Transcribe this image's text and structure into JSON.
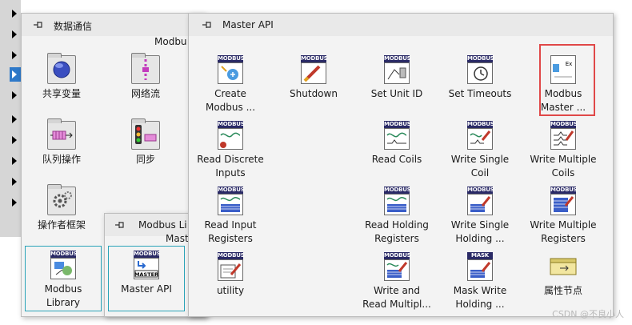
{
  "left_palette": {
    "title": "数据通信",
    "subtitle": "Modbu",
    "items": [
      {
        "label": "共享变量",
        "icon": "shared-variable-icon"
      },
      {
        "label": "网络流",
        "icon": "network-stream-icon"
      },
      {
        "label": "队列操作",
        "icon": "queue-operations-icon"
      },
      {
        "label": "同步",
        "icon": "synchronization-icon"
      },
      {
        "label": "操作者框架",
        "icon": "actor-framework-icon"
      },
      {
        "label": "Modbus",
        "label2": "Library",
        "icon": "modbus-library-icon"
      }
    ]
  },
  "mid_palette": {
    "title": "Modbus Li",
    "subtitle": "Mast",
    "items": [
      {
        "label": "Master API",
        "icon": "master-api-icon"
      }
    ]
  },
  "master_palette": {
    "title": "Master API",
    "items": [
      {
        "l1": "Create",
        "l2": "Modbus ...",
        "tag": "MODBUS"
      },
      {
        "l1": "Shutdown",
        "l2": "",
        "tag": "MODBUS"
      },
      {
        "l1": "Set Unit ID",
        "l2": "",
        "tag": "MODBUS"
      },
      {
        "l1": "Set Timeouts",
        "l2": "",
        "tag": "MODBUS"
      },
      {
        "l1": "Modbus",
        "l2": "Master ...",
        "tag": "Ex"
      },
      {
        "l1": "Read Discrete",
        "l2": "Inputs",
        "tag": "MODBUS"
      },
      {
        "l1": "Read Coils",
        "l2": "",
        "tag": "MODBUS"
      },
      {
        "l1": "Write Single",
        "l2": "Coil",
        "tag": "MODBUS"
      },
      {
        "l1": "Write Multiple",
        "l2": "Coils",
        "tag": "MODBUS"
      },
      {
        "l1": "Read Input",
        "l2": "Registers",
        "tag": "MODBUS"
      },
      {
        "l1": "Read Holding",
        "l2": "Registers",
        "tag": "MODBUS"
      },
      {
        "l1": "Write Single",
        "l2": "Holding ...",
        "tag": "MODBUS"
      },
      {
        "l1": "Write Multiple",
        "l2": "Registers",
        "tag": "MODBUS"
      },
      {
        "l1": "utility",
        "l2": "",
        "tag": "MODBUS"
      },
      {
        "l1": "Write and",
        "l2": "Read Multipl...",
        "tag": "MODBUS"
      },
      {
        "l1": "Mask Write",
        "l2": "Holding ...",
        "tag": "MASK"
      },
      {
        "l1": "属性节点",
        "l2": "",
        "tag": ""
      }
    ]
  },
  "watermark": "CSDN @不良小人",
  "colors": {
    "highlight": "#e04848",
    "selection": "#2aa3b8",
    "modbus_tag": "#2a2a66"
  }
}
